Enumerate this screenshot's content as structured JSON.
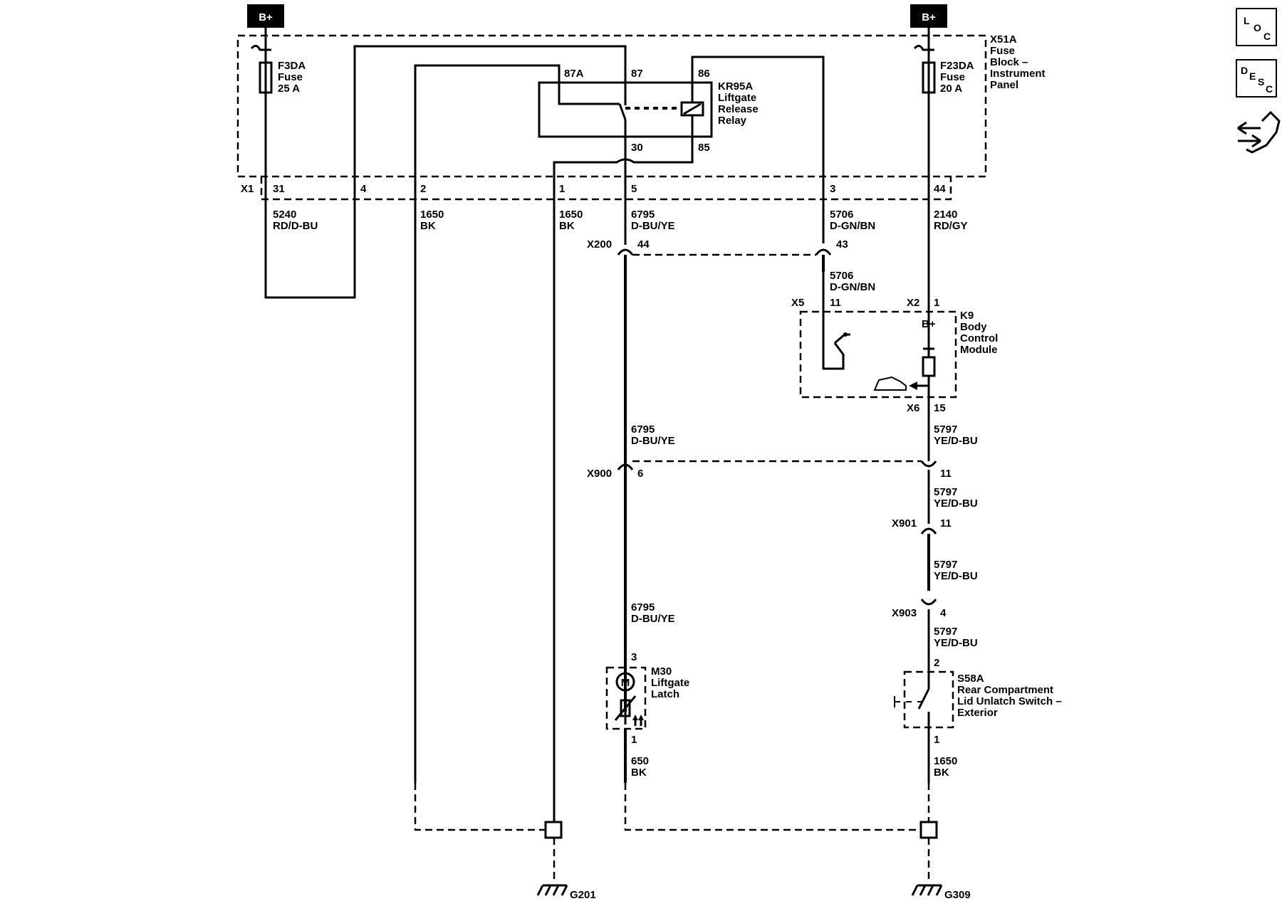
{
  "power": {
    "bplus_left": "B+",
    "bplus_right": "B+"
  },
  "fuse_block": {
    "id": "X51A",
    "name_lines": [
      "Fuse",
      "Block –",
      "Instrument",
      "Panel"
    ],
    "connector": "X1"
  },
  "fuses": [
    {
      "id": "F3DA",
      "kind": "Fuse",
      "rating": "25 A"
    },
    {
      "id": "F23DA",
      "kind": "Fuse",
      "rating": "20 A"
    }
  ],
  "relay": {
    "id": "KR95A",
    "name_lines": [
      "Liftgate",
      "Release",
      "Relay"
    ],
    "pins": {
      "p87a": "87A",
      "p87": "87",
      "p86": "86",
      "p30": "30",
      "p85": "85"
    }
  },
  "x1_pins": [
    "31",
    "4",
    "2",
    "1",
    "5",
    "3",
    "44"
  ],
  "circuits": [
    {
      "num": "5240",
      "color": "RD/D-BU"
    },
    {
      "num": "1650",
      "color": "BK"
    },
    {
      "num": "1650",
      "color": "BK"
    },
    {
      "num": "6795",
      "color": "D-BU/YE"
    },
    {
      "num": "5706",
      "color": "D-GN/BN"
    },
    {
      "num": "2140",
      "color": "RD/GY"
    },
    {
      "num": "5706",
      "color": "D-GN/BN"
    },
    {
      "num": "6795",
      "color": "D-BU/YE"
    },
    {
      "num": "5797",
      "color": "YE/D-BU"
    },
    {
      "num": "5797",
      "color": "YE/D-BU"
    },
    {
      "num": "5797",
      "color": "YE/D-BU"
    },
    {
      "num": "6795",
      "color": "D-BU/YE"
    },
    {
      "num": "5797",
      "color": "YE/D-BU"
    },
    {
      "num": "650",
      "color": "BK"
    },
    {
      "num": "1650",
      "color": "BK"
    }
  ],
  "inline_connectors": {
    "x200": {
      "id": "X200",
      "pin_a": "44",
      "pin_b": "43"
    },
    "x900": {
      "id": "X900",
      "pin_a": "6",
      "pin_b": "11"
    },
    "x901": {
      "id": "X901",
      "pin": "11"
    },
    "x903": {
      "id": "X903",
      "pin": "4"
    }
  },
  "bcm": {
    "id": "K9",
    "name_lines": [
      "Body",
      "Control",
      "Module"
    ],
    "x5": "X5",
    "x5_pin": "11",
    "x2": "X2",
    "x2_pin": "1",
    "bplus": "B+",
    "x6": "X6",
    "x6_pin": "15"
  },
  "latch": {
    "id": "M30",
    "name_lines": [
      "Liftgate",
      "Latch"
    ],
    "motor_symbol": "M",
    "pin_top": "3",
    "pin_bottom": "1"
  },
  "switch": {
    "id": "S58A",
    "name_lines": [
      "Rear Compartment",
      "Lid Unlatch Switch –",
      "Exterior"
    ],
    "pin_top": "2",
    "pin_bottom": "1"
  },
  "grounds": {
    "left": "G201",
    "right": "G309"
  },
  "nav_icons": {
    "loc": [
      "L",
      "O",
      "C"
    ],
    "desc": [
      "D",
      "E",
      "S",
      "C"
    ],
    "third": "wiring-harness-icon"
  }
}
